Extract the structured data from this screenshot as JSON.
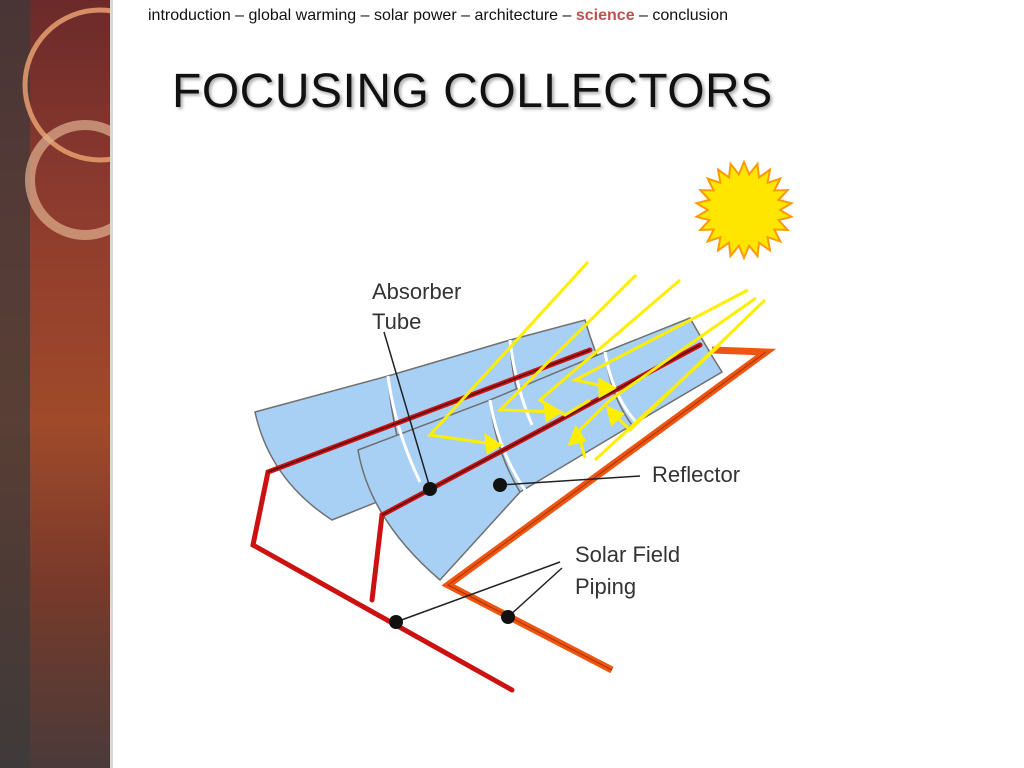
{
  "nav": {
    "items": [
      {
        "label": "introduction",
        "active": false
      },
      {
        "label": "global warming",
        "active": false
      },
      {
        "label": "solar power",
        "active": false
      },
      {
        "label": "architecture",
        "active": false
      },
      {
        "label": "science",
        "active": true
      },
      {
        "label": "conclusion",
        "active": false
      }
    ],
    "separator": "–",
    "active_color": "#c0504d"
  },
  "title": "FOCUSING COLLECTORS",
  "diagram": {
    "labels": {
      "absorber_line1": "Absorber",
      "absorber_line2": "Tube",
      "reflector": "Reflector",
      "piping_line1": "Solar Field",
      "piping_line2": "Piping"
    },
    "colors": {
      "reflector": "#a8d0f5",
      "absorber_tube": "#cc1111",
      "return_pipe": "#ee5511",
      "sun_ray": "#ffee00",
      "sun": "#ffe600"
    },
    "icons": [
      "sun-icon"
    ]
  }
}
